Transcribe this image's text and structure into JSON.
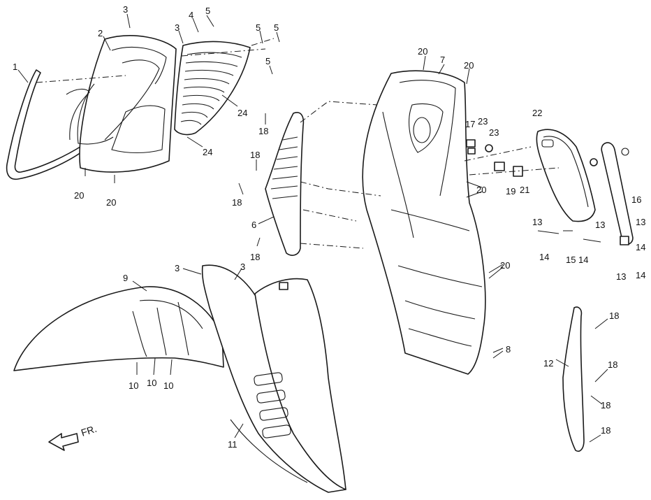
{
  "diagram": {
    "direction_label": "FR.",
    "callouts": [
      {
        "id": "c1",
        "text": "1"
      },
      {
        "id": "c2",
        "text": "2"
      },
      {
        "id": "c3a",
        "text": "3"
      },
      {
        "id": "c3b",
        "text": "3"
      },
      {
        "id": "c4",
        "text": "4"
      },
      {
        "id": "c5a",
        "text": "5"
      },
      {
        "id": "c5b",
        "text": "5"
      },
      {
        "id": "c5c",
        "text": "5"
      },
      {
        "id": "c5d",
        "text": "5"
      },
      {
        "id": "c24a",
        "text": "24"
      },
      {
        "id": "c24b",
        "text": "24"
      },
      {
        "id": "c20a",
        "text": "20"
      },
      {
        "id": "c20b",
        "text": "20"
      },
      {
        "id": "c20c",
        "text": "20"
      },
      {
        "id": "c20d",
        "text": "20"
      },
      {
        "id": "c20e",
        "text": "20"
      },
      {
        "id": "c20f",
        "text": "20"
      },
      {
        "id": "c7",
        "text": "7"
      },
      {
        "id": "c18a",
        "text": "18"
      },
      {
        "id": "c18b",
        "text": "18"
      },
      {
        "id": "c18c",
        "text": "18"
      },
      {
        "id": "c18d",
        "text": "18"
      },
      {
        "id": "c6",
        "text": "6"
      },
      {
        "id": "c17",
        "text": "17"
      },
      {
        "id": "c23a",
        "text": "23"
      },
      {
        "id": "c23b",
        "text": "23"
      },
      {
        "id": "c22",
        "text": "22"
      },
      {
        "id": "c19",
        "text": "19"
      },
      {
        "id": "c21",
        "text": "21"
      },
      {
        "id": "c16",
        "text": "16"
      },
      {
        "id": "c13a",
        "text": "13"
      },
      {
        "id": "c13b",
        "text": "13"
      },
      {
        "id": "c13c",
        "text": "13"
      },
      {
        "id": "c13d",
        "text": "13"
      },
      {
        "id": "c14a",
        "text": "14"
      },
      {
        "id": "c14b",
        "text": "14"
      },
      {
        "id": "c14c",
        "text": "14"
      },
      {
        "id": "c14d",
        "text": "14"
      },
      {
        "id": "c15",
        "text": "15"
      },
      {
        "id": "c9",
        "text": "9"
      },
      {
        "id": "c3c",
        "text": "3"
      },
      {
        "id": "c3d",
        "text": "3"
      },
      {
        "id": "c10a",
        "text": "10"
      },
      {
        "id": "c10b",
        "text": "10"
      },
      {
        "id": "c10c",
        "text": "10"
      },
      {
        "id": "c11",
        "text": "11"
      },
      {
        "id": "c8",
        "text": "8"
      },
      {
        "id": "c12",
        "text": "12"
      },
      {
        "id": "c18e",
        "text": "18"
      },
      {
        "id": "c18f",
        "text": "18"
      },
      {
        "id": "c18g",
        "text": "18"
      },
      {
        "id": "c18h",
        "text": "18"
      }
    ]
  }
}
